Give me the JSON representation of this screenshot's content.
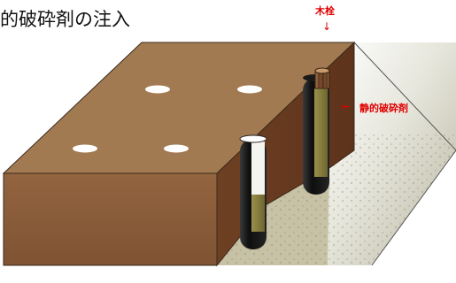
{
  "title": "的破砕剤の注入",
  "labels": {
    "wooden_plug": "木栓",
    "agent": "静的破砕剤",
    "down_arrow": "↓",
    "left_arrow": "←"
  },
  "colors": {
    "block_top": "#a27a52",
    "block_front": "#8b5d3c",
    "block_side": "#6b3f22",
    "label_red": "#e00000",
    "pipe": "#151515",
    "agent_fill": "#8a7f3c"
  }
}
